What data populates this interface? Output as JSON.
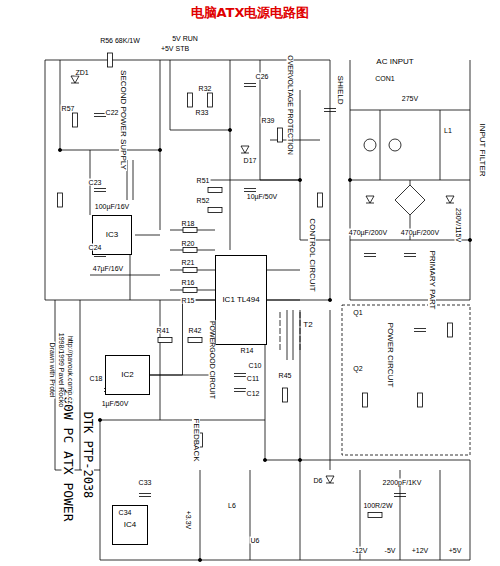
{
  "diagram": {
    "title": "电脑ATX电源电路图",
    "nodes": [
      {
        "text": [
          "IC1 TL494"
        ]
      },
      {
        "text": [
          "IC2"
        ]
      },
      {
        "text": [
          "IC3"
        ]
      },
      {
        "text": [
          "IC4"
        ]
      }
    ],
    "edges": [
      {
        "from": 1,
        "to": 0,
        "arrow": "none"
      }
    ],
    "labels": [
      "AC INPUT",
      "SHIELD",
      "CON1",
      "275V",
      "INPUT FILTER",
      "L1",
      "230V/115V",
      "PRIMARY PART",
      "470µF/200V",
      "470µF/200V",
      "T2",
      "CONTROL CIRCUIT",
      "R18",
      "R20",
      "R21",
      "R16",
      "R15",
      "R14",
      "R41",
      "R42",
      "C18",
      "1µF/50V",
      "POWERGOOD CIRCUIT",
      "C23",
      "100µF/16V",
      "C24",
      "47µF/16V",
      "R56 68K/1W",
      "+5V STB",
      "5V RUN",
      "R57",
      "ZD1",
      "C22",
      "SECOND POWER SUPPLY",
      "R32",
      "R33",
      "C26",
      "OVERVOLTAGE PROTECTION",
      "R39",
      "R51",
      "R52",
      "10µF/50V",
      "D17",
      "C10",
      "C11",
      "C12",
      "R45",
      "FEEDBACK",
      "POWER CIRCUIT",
      "Q1",
      "Q2",
      "2200pF/1KV",
      "100R/2W",
      "D6",
      "L6",
      "C33",
      "C34",
      "+3.3V",
      "U6",
      "-12V",
      "-5V",
      "+12V",
      "+5V",
      "200W PC ATX POWER",
      "DTK PTP-2038",
      "Drawn with Protel",
      "1998/1999 Pavel Rocko",
      "http://pavouk.comp.cz"
    ]
  }
}
